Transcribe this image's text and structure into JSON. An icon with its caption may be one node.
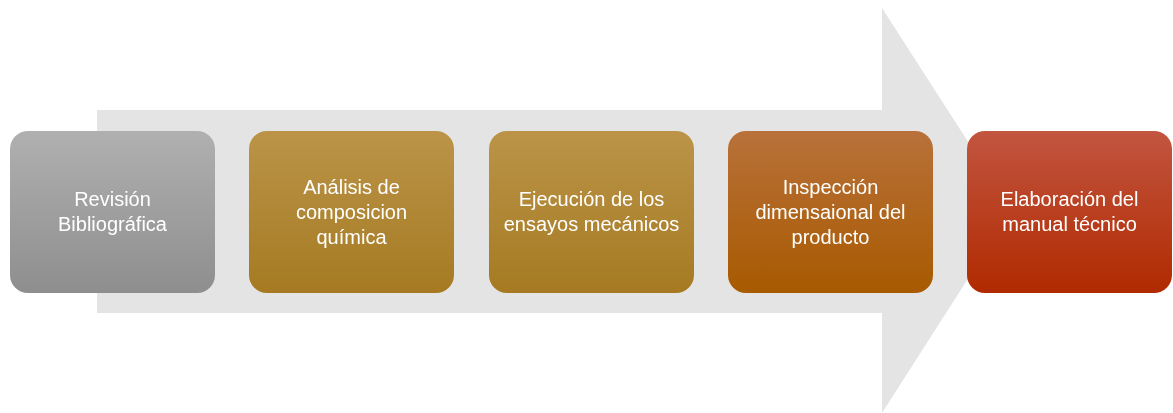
{
  "diagram": {
    "nodes": [
      {
        "text": [
          "Revisión Bibliográfica"
        ]
      },
      {
        "text": [
          "Análisis de composicion química"
        ]
      },
      {
        "text": [
          "Ejecución de los ensayos mecánicos"
        ]
      },
      {
        "text": [
          "Inspección dimensaional del producto"
        ]
      },
      {
        "text": [
          "Elaboración del manual técnico"
        ]
      }
    ]
  }
}
